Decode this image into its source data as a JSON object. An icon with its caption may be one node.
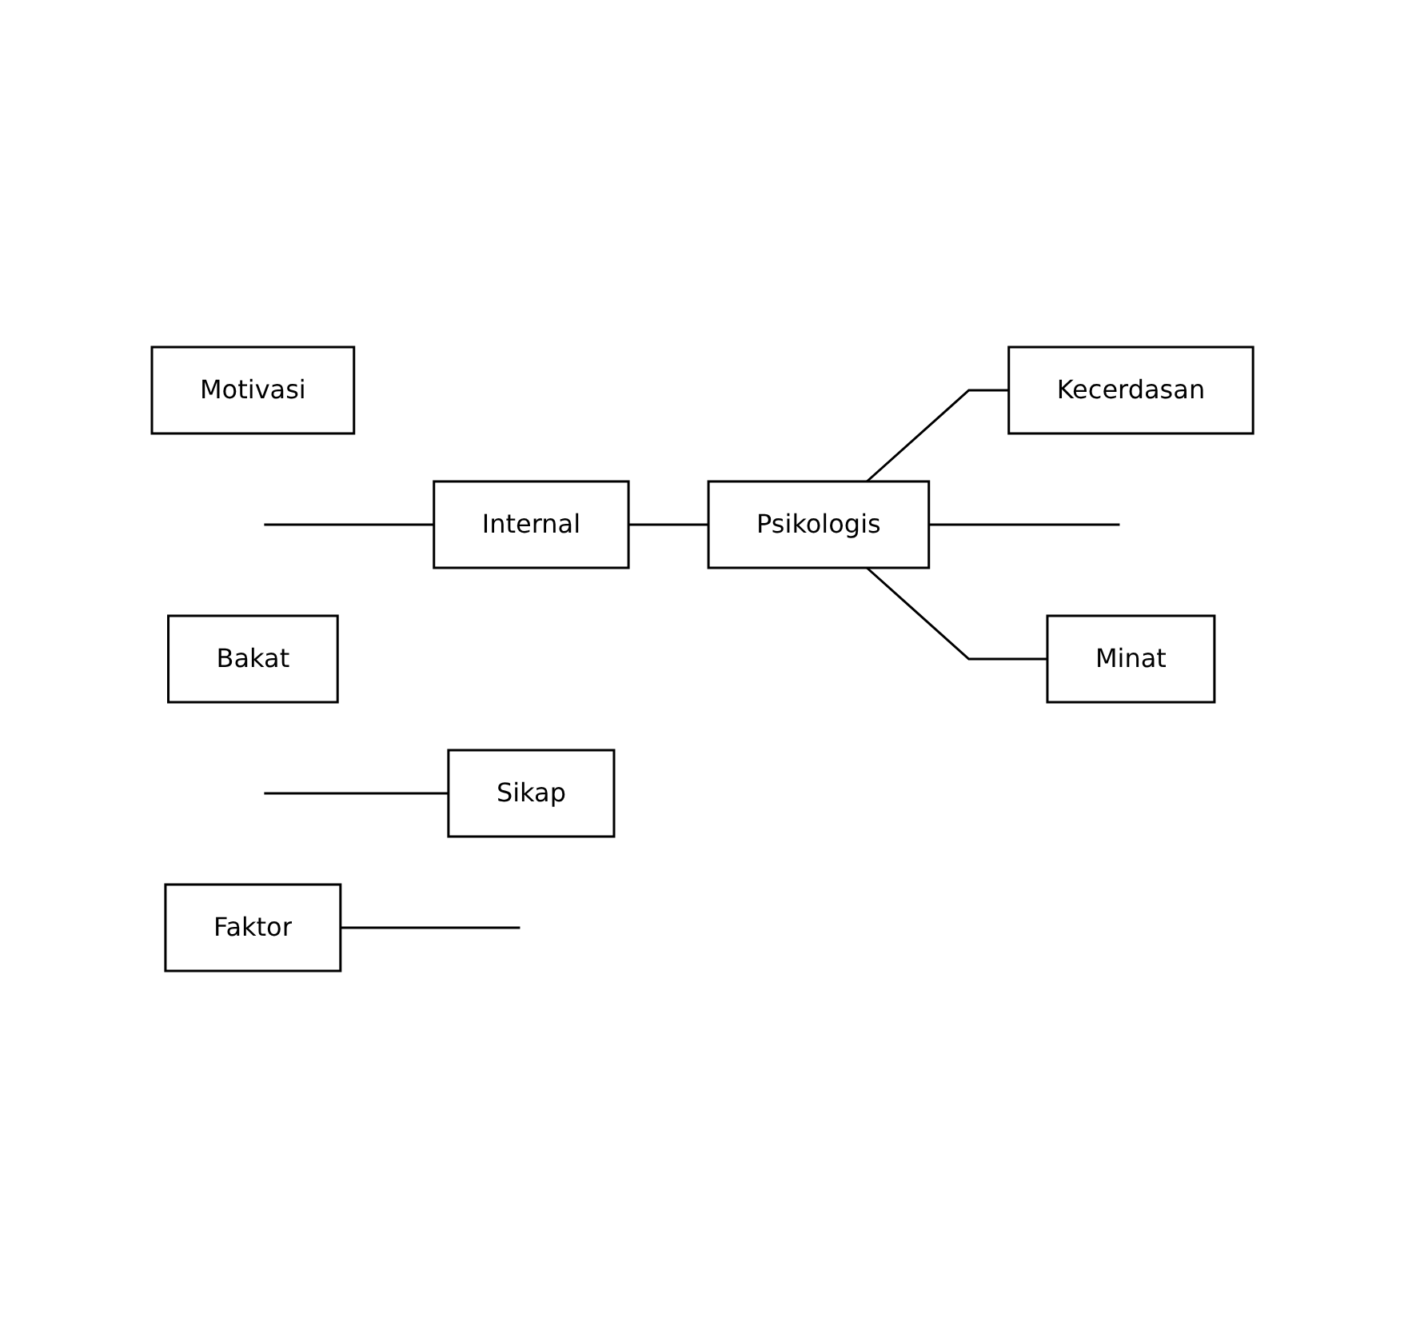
{
  "diagram": {
    "nodes": [
      {
        "text": [
          "Internal"
        ]
      },
      {
        "text": [
          "Psikologis"
        ]
      },
      {
        "text": [
          "Kecerdasan"
        ]
      },
      {
        "text": [
          "Motivasi"
        ]
      },
      {
        "text": [
          "Minat"
        ]
      },
      {
        "text": [
          "Faktor"
        ]
      },
      {
        "text": [
          "Sikap"
        ]
      },
      {
        "text": [
          "Bakat"
        ]
      }
    ],
    "edges": [
      {
        "from": null,
        "to": 0,
        "arrow": "none"
      },
      {
        "from": 0,
        "to": 1,
        "arrow": "none"
      },
      {
        "from": 1,
        "to": 2,
        "arrow": "none"
      },
      {
        "from": 1,
        "to": null,
        "arrow": "none"
      },
      {
        "from": 1,
        "to": 4,
        "arrow": "none"
      },
      {
        "from": 5,
        "to": null,
        "arrow": "none"
      },
      {
        "from": null,
        "to": 6,
        "arrow": "none"
      }
    ]
  }
}
